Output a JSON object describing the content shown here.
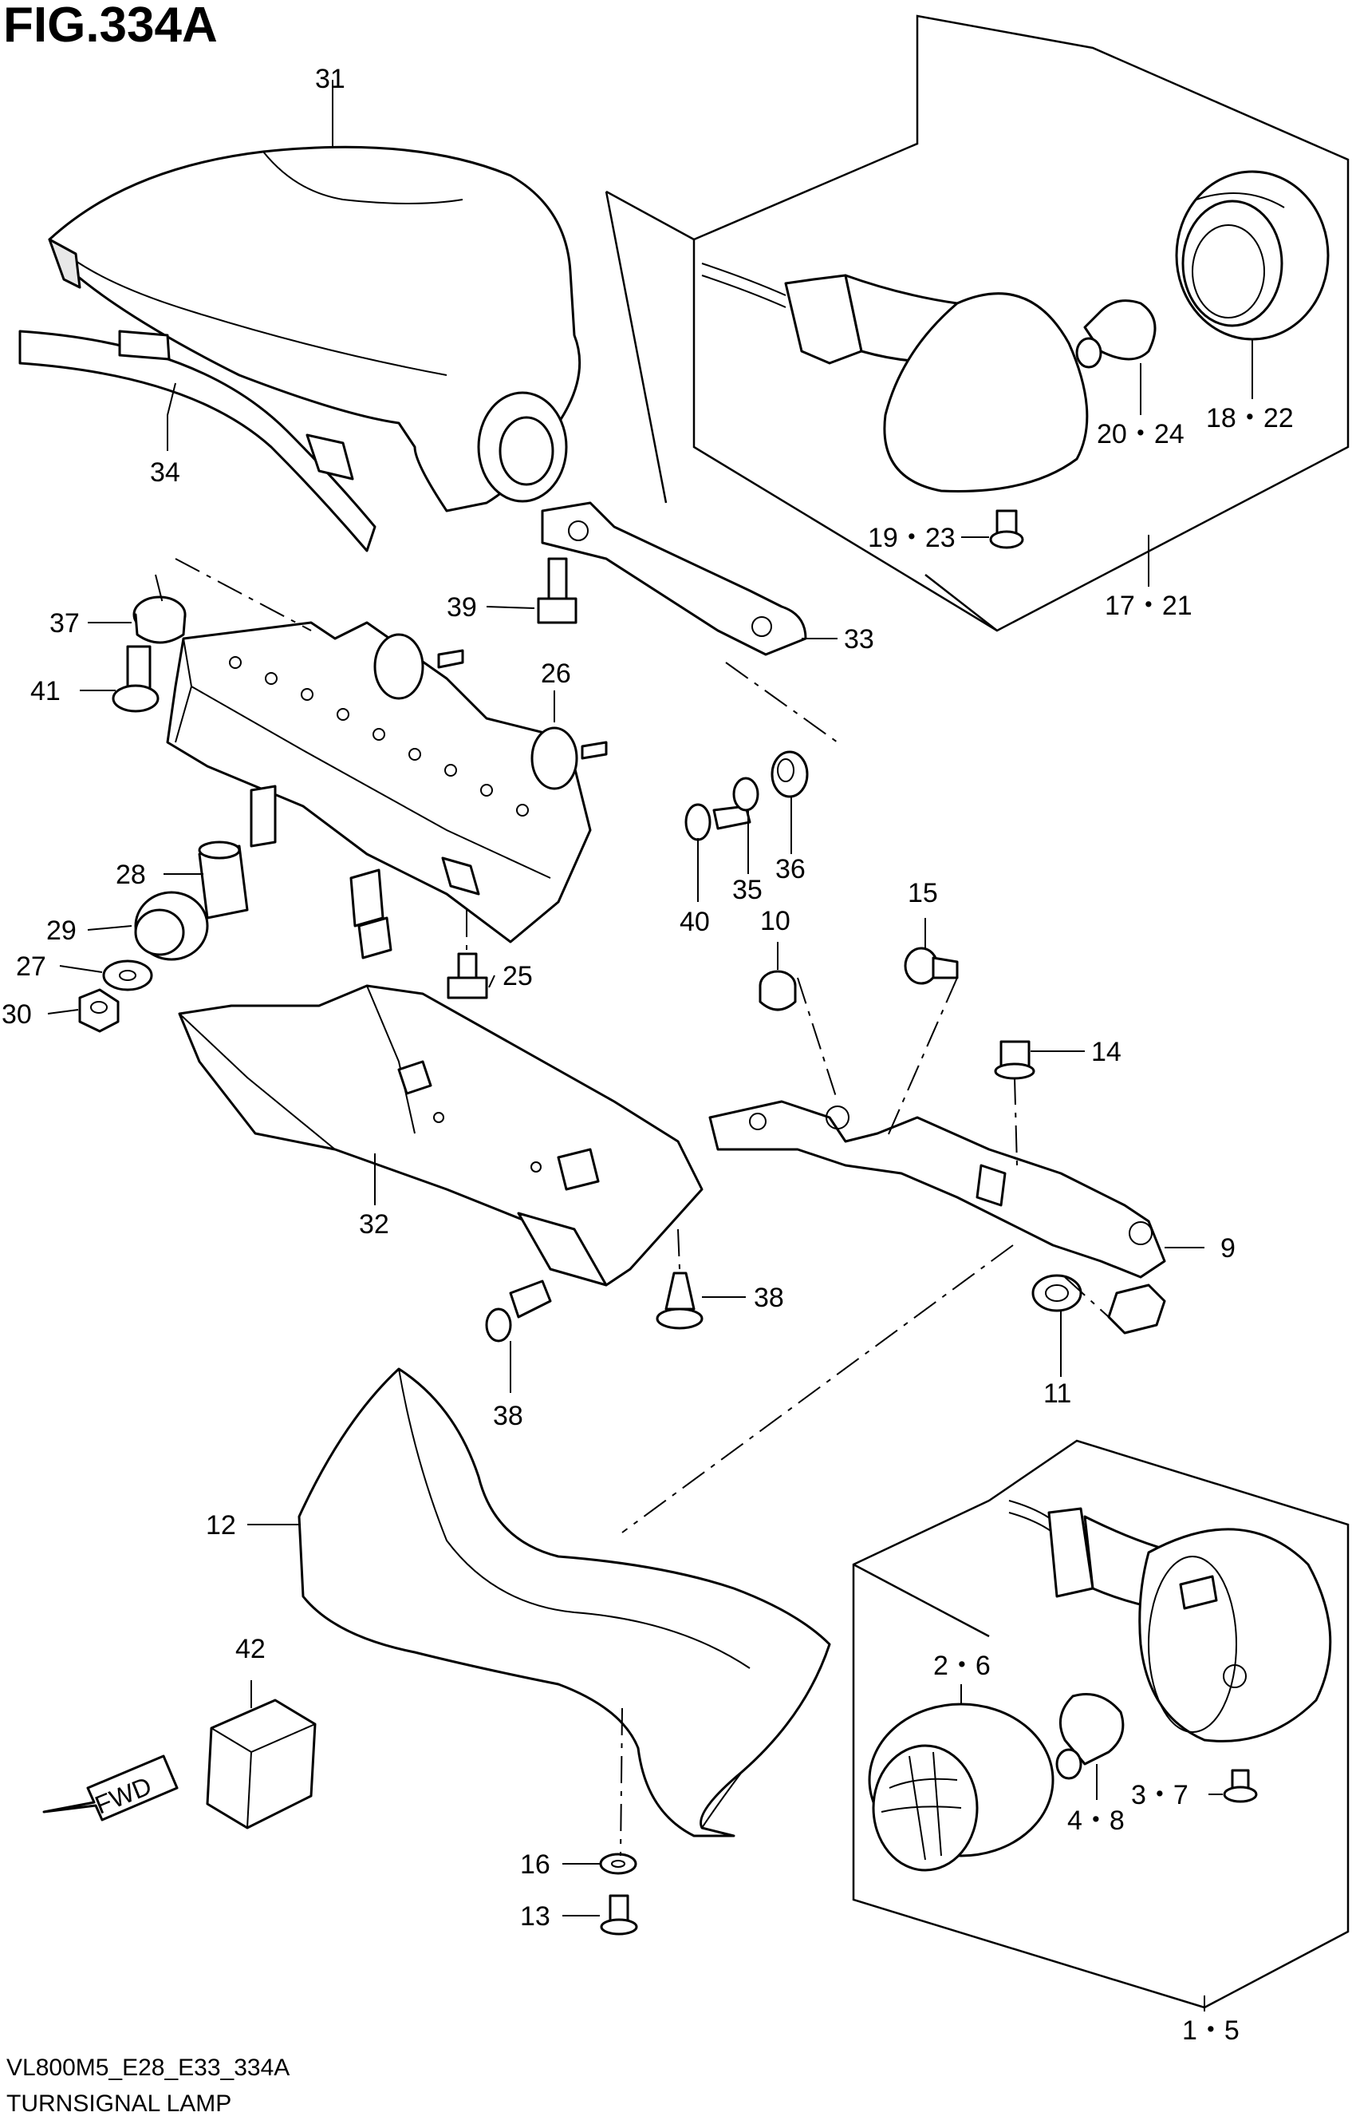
{
  "figure": {
    "title": "FIG.334A"
  },
  "footer": {
    "code": "VL800M5_E28_E33_334A",
    "caption": "TURNSIGNAL LAMP"
  },
  "fwd_label": "FWD",
  "callouts": [
    {
      "id": "c31",
      "text": "31"
    },
    {
      "id": "c34",
      "text": "34"
    },
    {
      "id": "c37",
      "text": "37"
    },
    {
      "id": "c41",
      "text": "41"
    },
    {
      "id": "c39",
      "text": "39"
    },
    {
      "id": "c33",
      "text": "33"
    },
    {
      "id": "c26",
      "text": "26"
    },
    {
      "id": "c28",
      "text": "28"
    },
    {
      "id": "c29",
      "text": "29"
    },
    {
      "id": "c27",
      "text": "27"
    },
    {
      "id": "c30",
      "text": "30"
    },
    {
      "id": "c25",
      "text": "25"
    },
    {
      "id": "c40",
      "text": "40"
    },
    {
      "id": "c35",
      "text": "35"
    },
    {
      "id": "c36",
      "text": "36"
    },
    {
      "id": "c15",
      "text": "15"
    },
    {
      "id": "c10",
      "text": "10"
    },
    {
      "id": "c14",
      "text": "14"
    },
    {
      "id": "c9",
      "text": "9"
    },
    {
      "id": "c11",
      "text": "11"
    },
    {
      "id": "c32",
      "text": "32"
    },
    {
      "id": "c38a",
      "text": "38"
    },
    {
      "id": "c38b",
      "text": "38"
    },
    {
      "id": "c12",
      "text": "12"
    },
    {
      "id": "c42",
      "text": "42"
    },
    {
      "id": "c16",
      "text": "16"
    },
    {
      "id": "c13",
      "text": "13"
    },
    {
      "id": "c2_6",
      "text": "2・6"
    },
    {
      "id": "c3_7",
      "text": "3・7"
    },
    {
      "id": "c4_8",
      "text": "4・8"
    },
    {
      "id": "c1_5",
      "text": "1・5"
    },
    {
      "id": "c20_24",
      "text": "20・24"
    },
    {
      "id": "c18_22",
      "text": "18・22"
    },
    {
      "id": "c19_23",
      "text": "19・23"
    },
    {
      "id": "c17_21",
      "text": "17・21"
    }
  ]
}
